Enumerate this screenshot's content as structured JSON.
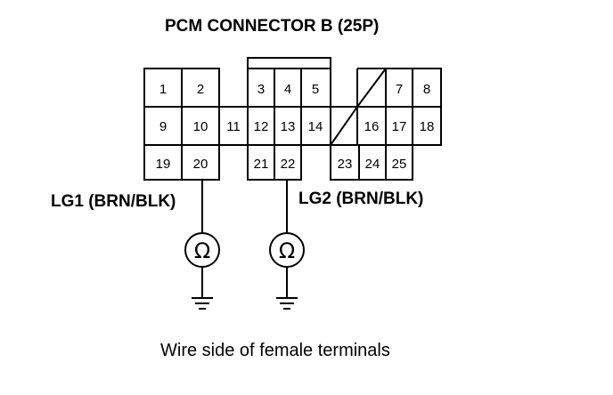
{
  "title": "PCM CONNECTOR B (25P)",
  "connector": {
    "pins": [
      "1",
      "2",
      "3",
      "4",
      "5",
      "7",
      "8",
      "9",
      "10",
      "11",
      "12",
      "13",
      "14",
      "16",
      "17",
      "18",
      "19",
      "20",
      "21",
      "22",
      "23",
      "24",
      "25"
    ]
  },
  "wires": {
    "left": {
      "label": "LG1 (BRN/BLK)",
      "pin": "20",
      "meter_icon": "ohm-meter-icon",
      "ground_icon": "ground-icon"
    },
    "right": {
      "label": "LG2 (BRN/BLK)",
      "pin": "22",
      "meter_icon": "ohm-meter-icon",
      "ground_icon": "ground-icon"
    }
  },
  "meter_symbol": "Ω",
  "caption": "Wire side of female terminals"
}
